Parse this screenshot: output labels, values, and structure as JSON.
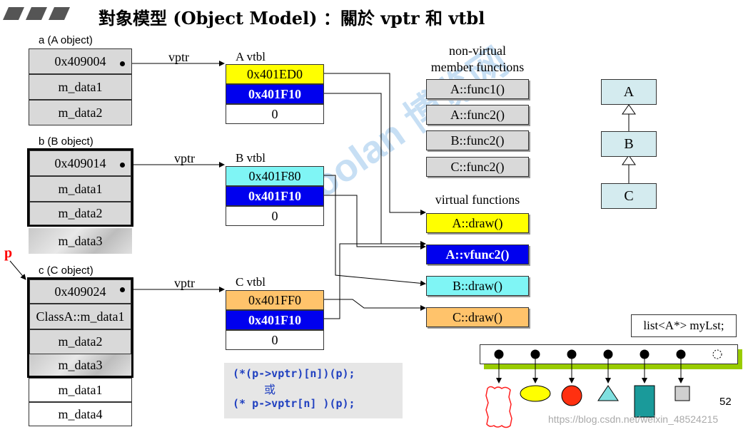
{
  "title": "對象模型 (Object Model) ：關於 vptr 和 vtbl",
  "objects": {
    "a": {
      "label": "a (A object)",
      "rows": [
        "0x409004",
        "m_data1",
        "m_data2"
      ]
    },
    "b": {
      "label": "b (B object)",
      "rows": [
        "0x409014",
        "m_data1",
        "m_data2",
        "m_data3"
      ]
    },
    "c": {
      "label": "c (C object)",
      "rows": [
        "0x409024",
        "ClassA::m_data1",
        "m_data2",
        "m_data3",
        "m_data1",
        "m_data4"
      ]
    }
  },
  "pointer_p": "p",
  "vptr_label": "vptr",
  "vtbls": {
    "a": {
      "title": "A vtbl",
      "entries": [
        "0x401ED0",
        "0x401F10",
        "0"
      ]
    },
    "b": {
      "title": "B vtbl",
      "entries": [
        "0x401F80",
        "0x401F10",
        "0"
      ]
    },
    "c": {
      "title": "C vtbl",
      "entries": [
        "0x401FF0",
        "0x401F10",
        "0"
      ]
    }
  },
  "non_virtual": {
    "header_line1": "non-virtual",
    "header_line2": "member functions",
    "items": [
      "A::func1()",
      "A::func2()",
      "B::func2()",
      "C::func2()"
    ]
  },
  "virtual": {
    "header": "virtual functions",
    "items": [
      "A::draw()",
      "A::vfunc2()",
      "B::draw()",
      "C::draw()"
    ]
  },
  "hierarchy": [
    "A",
    "B",
    "C"
  ],
  "code": {
    "line1": "(*(p->vptr)[n])(p);",
    "or": "或",
    "line2": "(* p->vptr[n] )(p);"
  },
  "list_label": "list<A*> myLst;",
  "page_number": "52",
  "watermark_brand": "Boolan 博览网",
  "credit": "https://blog.csdn.net/weixin_48524215",
  "colors": {
    "yellow": "#ffff00",
    "orange": "#ffc36b",
    "blue": "#0000ee",
    "cyan": "#7ff5f5",
    "gray": "#d9d9d9",
    "class_box": "#d4ebef",
    "pointer_red": "#ff0000"
  }
}
